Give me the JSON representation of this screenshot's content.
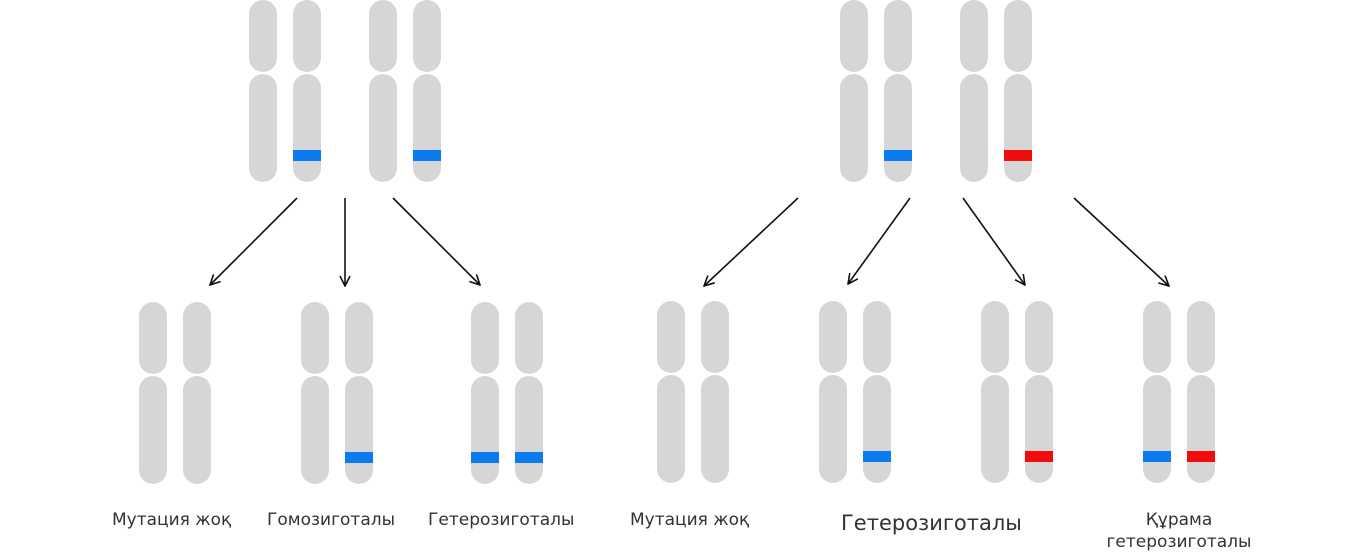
{
  "colors": {
    "chromosome": "#d6d6d6",
    "blue_allele": "#0a7cf0",
    "red_allele": "#f20d0d",
    "arrow": "#111111",
    "text": "#333333"
  },
  "left_panel": {
    "outcomes": [
      {
        "label": "Мутация жоқ",
        "alleles": [
          "none",
          "none"
        ]
      },
      {
        "label": "Гомозиготалы",
        "alleles": [
          "none",
          "blue"
        ]
      },
      {
        "label": "Гетерозиготалы",
        "alleles": [
          "blue",
          "blue"
        ]
      }
    ]
  },
  "right_panel": {
    "outcomes": [
      {
        "label": "Мутация жоқ",
        "alleles": [
          "none",
          "none"
        ]
      },
      {
        "alleles": [
          "none",
          "blue"
        ]
      },
      {
        "alleles": [
          "none",
          "red"
        ]
      },
      {
        "label_line1": "Құрама",
        "label_line2": "гетерозиготалы",
        "alleles": [
          "blue",
          "red"
        ]
      }
    ],
    "shared_label": "Гетерозиготалы"
  }
}
